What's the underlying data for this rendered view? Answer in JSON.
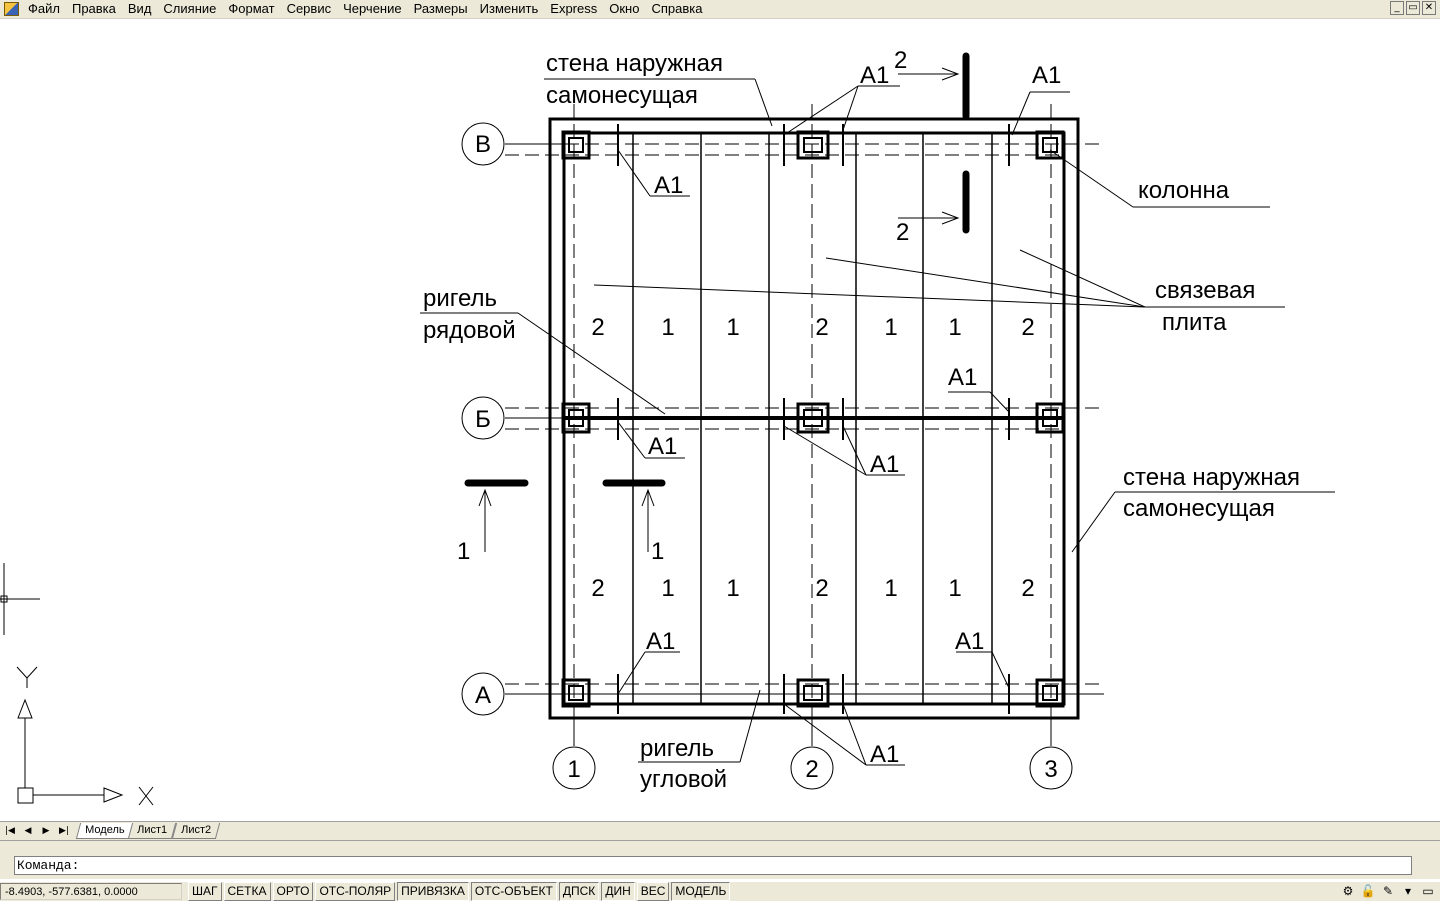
{
  "menubar": {
    "items": [
      "Файл",
      "Правка",
      "Вид",
      "Слияние",
      "Формат",
      "Сервис",
      "Черчение",
      "Размеры",
      "Изменить",
      "Express",
      "Окно",
      "Справка"
    ],
    "window_buttons": [
      "_",
      "▭",
      "✕"
    ]
  },
  "drawing": {
    "axis_rows": [
      "В",
      "Б",
      "А"
    ],
    "axis_cols": [
      "1",
      "2",
      "3"
    ],
    "labels": {
      "wall_top_1": "стена наружная",
      "wall_top_2": "самонесущая",
      "wall_right_1": "стена наружная",
      "wall_right_2": "самонесущая",
      "column": "колонна",
      "slab_1": "связевая",
      "slab_2": "плита",
      "beam_row_1": "ригель",
      "beam_row_2": "рядовой",
      "beam_corner_1": "ригель",
      "beam_corner_2": "угловой",
      "a1": "А1",
      "section_1": "1",
      "section_2": "2"
    },
    "panel_numbers_top": [
      "2",
      "1",
      "1",
      "2",
      "1",
      "1",
      "2"
    ],
    "panel_numbers_bottom": [
      "2",
      "1",
      "1",
      "2",
      "1",
      "1",
      "2"
    ],
    "ucs": {
      "x": "X",
      "y": "Y"
    }
  },
  "tabs": {
    "nav": [
      "|◀",
      "◀",
      "▶",
      "▶|"
    ],
    "items": [
      "Модель",
      "Лист1",
      "Лист2"
    ]
  },
  "command": {
    "prompt": "Команда:"
  },
  "statusbar": {
    "coords": "-8.4903, -577.6381, 0.0000",
    "buttons": [
      "ШАГ",
      "СЕТКА",
      "ОРТО",
      "ОТС-ПОЛЯР",
      "ПРИВЯЗКА",
      "ОТС-ОБЪЕКТ",
      "ДПСК",
      "ДИН",
      "ВЕС",
      "МОДЕЛЬ"
    ],
    "tray": [
      "⚙",
      "🔓",
      "✎",
      "▾",
      "▭"
    ]
  }
}
